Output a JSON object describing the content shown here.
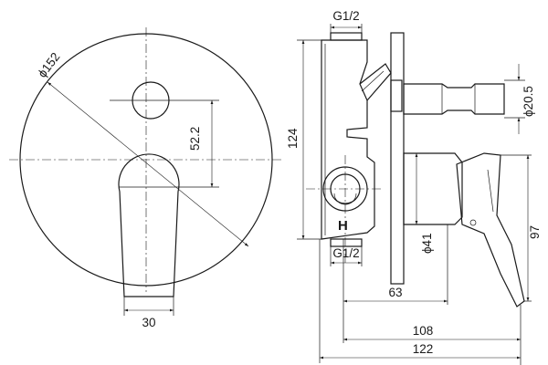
{
  "diagram": {
    "front_view": {
      "dims": {
        "diameter": "ϕ152",
        "divert_offset": "52.2",
        "lever_width": "30"
      }
    },
    "side_view": {
      "dims": {
        "top_thread": "G1/2",
        "bottom_thread": "G1/2",
        "body_height": "124",
        "stem_dia": "ϕ20.5",
        "handle_dia": "ϕ41",
        "handle_height": "97",
        "handle_projection": "63",
        "lever_projection": "108",
        "overall_depth": "122"
      },
      "hot_marker": "H"
    }
  }
}
